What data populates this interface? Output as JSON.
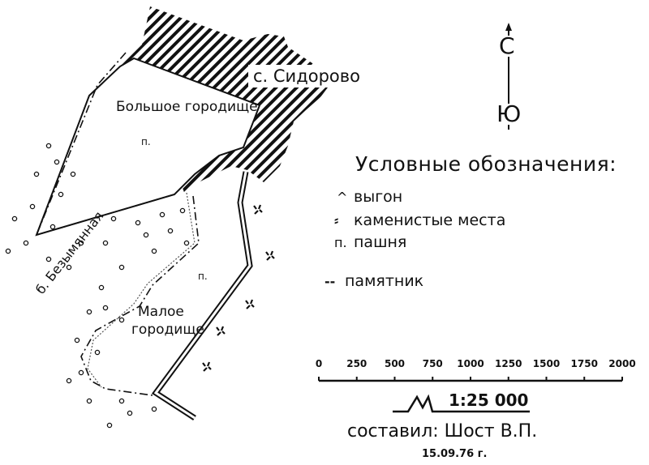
{
  "map": {
    "village_label": "с. Сидорово",
    "big_settlement_label": "Большое городище",
    "small_settlement_label_line1": "Малое",
    "small_settlement_label_line2": "городище",
    "ravine_label": "б. Безымянная",
    "field_marker": "п.",
    "colors": {
      "ink": "#111111",
      "paper": "#ffffff"
    }
  },
  "compass": {
    "north": "С",
    "south": "Ю"
  },
  "legend": {
    "title": "Условные обозначения:",
    "items": [
      {
        "symbol": "^",
        "label": "выгон"
      },
      {
        "symbol": "stones-icon",
        "label": "каменистые места"
      },
      {
        "symbol": "п.",
        "label": "пашня"
      },
      {
        "symbol": "--",
        "label": "памятник"
      }
    ]
  },
  "scale": {
    "ticks": [
      "0",
      "250",
      "500",
      "750",
      "1000",
      "1250",
      "1500",
      "1750",
      "2000"
    ],
    "ratio": "1:25 000"
  },
  "credits": {
    "author": "составил: Шост В.П.",
    "date": "15.09.76 г."
  }
}
